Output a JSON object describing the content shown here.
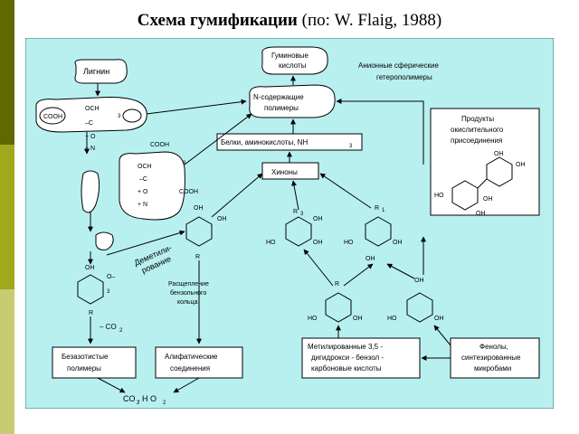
{
  "slide": {
    "title_bold": "Схема гумификации",
    "title_rest": " (по: W. Flaig, 1988)",
    "colors": {
      "panel": "#b8f0f0",
      "stripe_dark": "#606800",
      "stripe_light": "#a0a81c",
      "box": "#ffffff",
      "line": "#000000"
    }
  },
  "diagram": {
    "lignin": "Лигнин",
    "humic_acids": [
      "Гуминовые",
      "кислоты"
    ],
    "anionic": [
      "Анионные сферические",
      "гетерополимеры"
    ],
    "n_polymers": [
      "N-содержащие",
      "полимеры"
    ],
    "lignin_groups": [
      "OCH",
      "–C",
      "+ O",
      "+ N"
    ],
    "lignin_cooh": "COOH",
    "lignin_sub3": "3",
    "frag_groups": [
      "OCH",
      "–C",
      "+ O",
      "+ N"
    ],
    "frag_cooh_top": "COOH",
    "frag_cooh_bottom": "COOH",
    "frag_sub3": "3",
    "proteins": "Белки, аминокислоты, NH",
    "proteins_sub3": "3",
    "quinones": "Хиноны",
    "oxidation_products": [
      "Продукты",
      "окислительного",
      "присоединения"
    ],
    "demethylation": [
      "Деметили-",
      "рование"
    ],
    "ring_cleavage": [
      "Расщепление",
      "бензольного",
      "кольца"
    ],
    "minus_co2": "– CO",
    "minus_co2_sub": "2",
    "nitrogen_free": [
      "Безазотистые",
      "полимеры"
    ],
    "aliphatic": [
      "Алифатические",
      "соединения"
    ],
    "methylated": [
      "Метилированные 3,5 -",
      "дигидрокси - бензол -",
      "карбоновые кислоты"
    ],
    "phenols": [
      "Фенолы,",
      "синтезированные",
      "микробами"
    ],
    "final_products": "CO    ,    H  O",
    "final_sub2a": "2",
    "final_sub2b": "2",
    "atom_labels": {
      "oh": "OH",
      "ho": "HO",
      "r": "R",
      "r1": "R",
      "sub1": "1",
      "sub3": "3",
      "o_minus": "O–"
    }
  }
}
